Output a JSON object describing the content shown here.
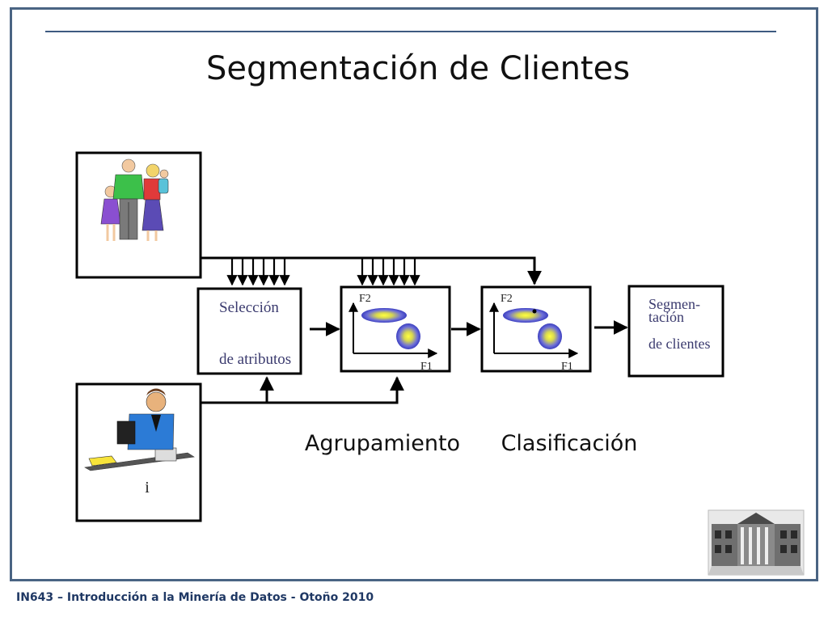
{
  "slide": {
    "title": "Segmentación de Clientes",
    "footer": "IN643 – Introducción a la Minería de Datos - Otoño 2010"
  },
  "diagram": {
    "box_seleccion": {
      "line1": "Selección",
      "line2": "de atributos"
    },
    "plot_agrupamiento": {
      "ylabel": "F2",
      "xlabel": "F1"
    },
    "plot_clasificacion": {
      "ylabel": "F2",
      "xlabel": "F1"
    },
    "box_segmentacion": {
      "line1": "Segmen-",
      "line2": "tación",
      "line3": "de clientes"
    },
    "label_agrupamiento": "Agrupamiento",
    "label_clasificacion": "Clasificación",
    "operator_caption": "i"
  },
  "colors": {
    "frame": "#4a6483",
    "box_text": "#3a3a6e",
    "cluster_outer": "#4b4fc9",
    "cluster_inner": "#ffff40"
  },
  "icons": [
    "family-clipart-icon",
    "operator-phone-clipart-icon",
    "university-building-photo-icon"
  ]
}
